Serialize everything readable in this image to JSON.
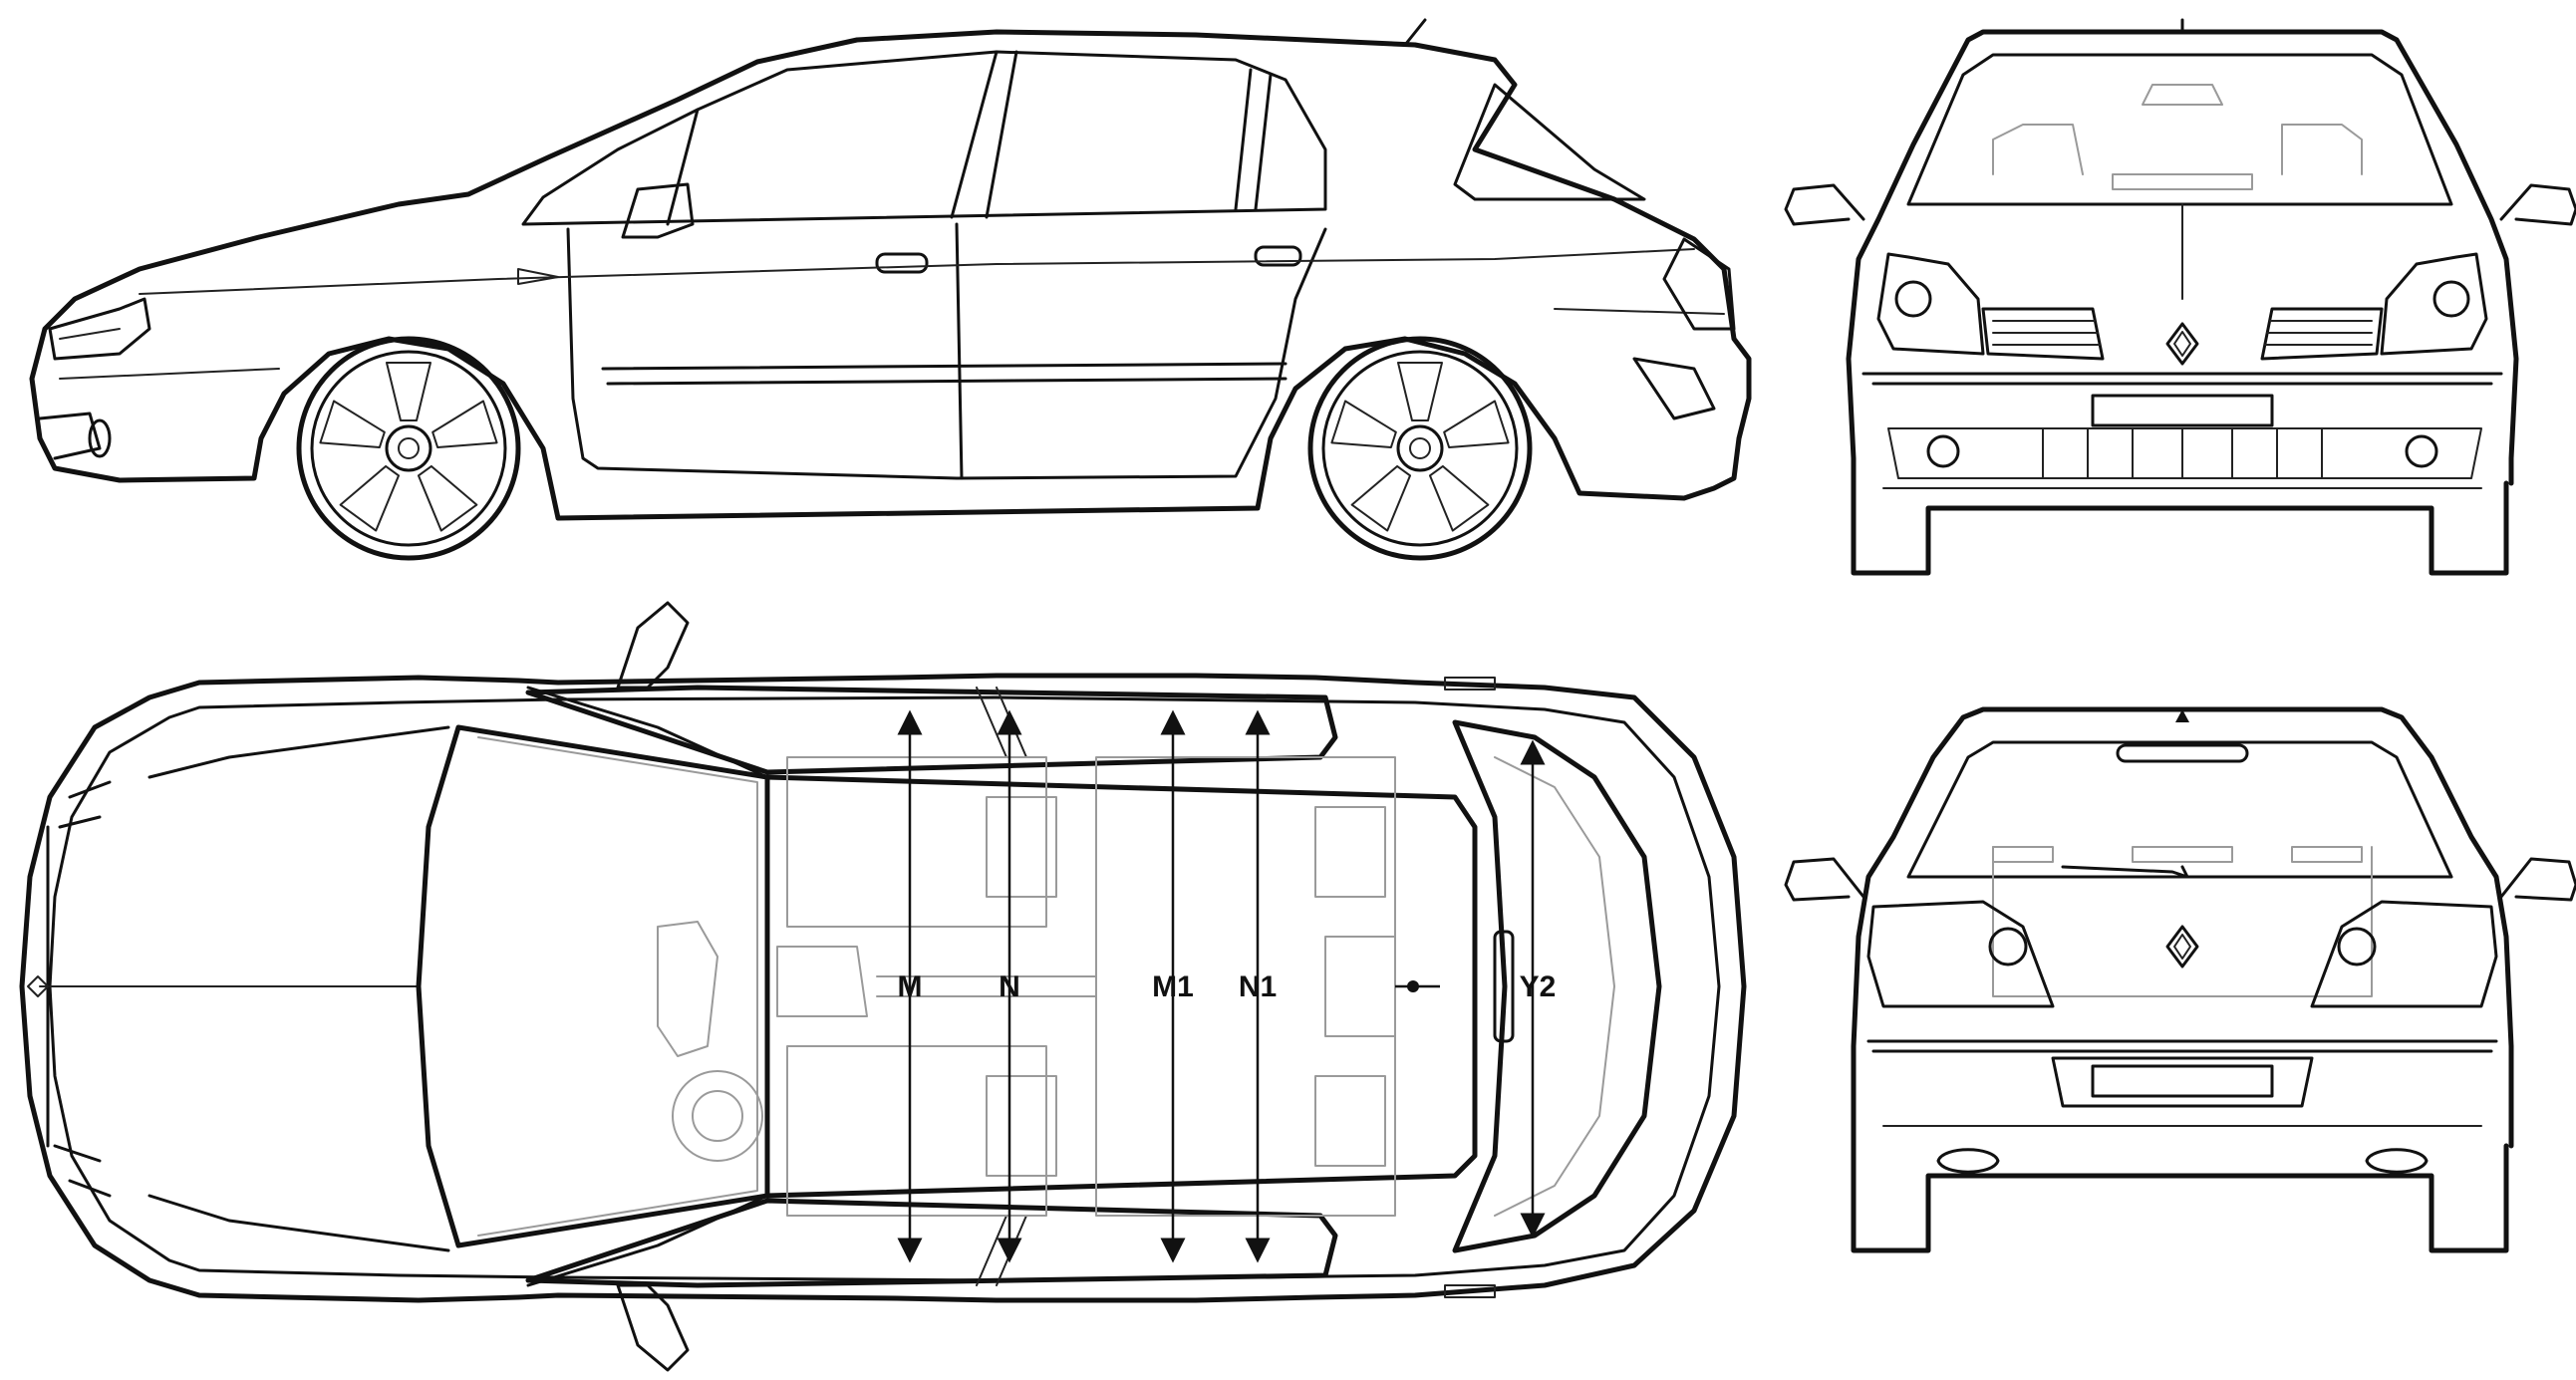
{
  "views": [
    "side",
    "front",
    "top",
    "rear"
  ],
  "dimension_labels": {
    "m": "M",
    "n": "N",
    "m1": "M1",
    "n1": "N1",
    "y2": "Y2"
  },
  "colors": {
    "line": "#111111",
    "interior": "#9a9a9a",
    "background": "#ffffff"
  }
}
